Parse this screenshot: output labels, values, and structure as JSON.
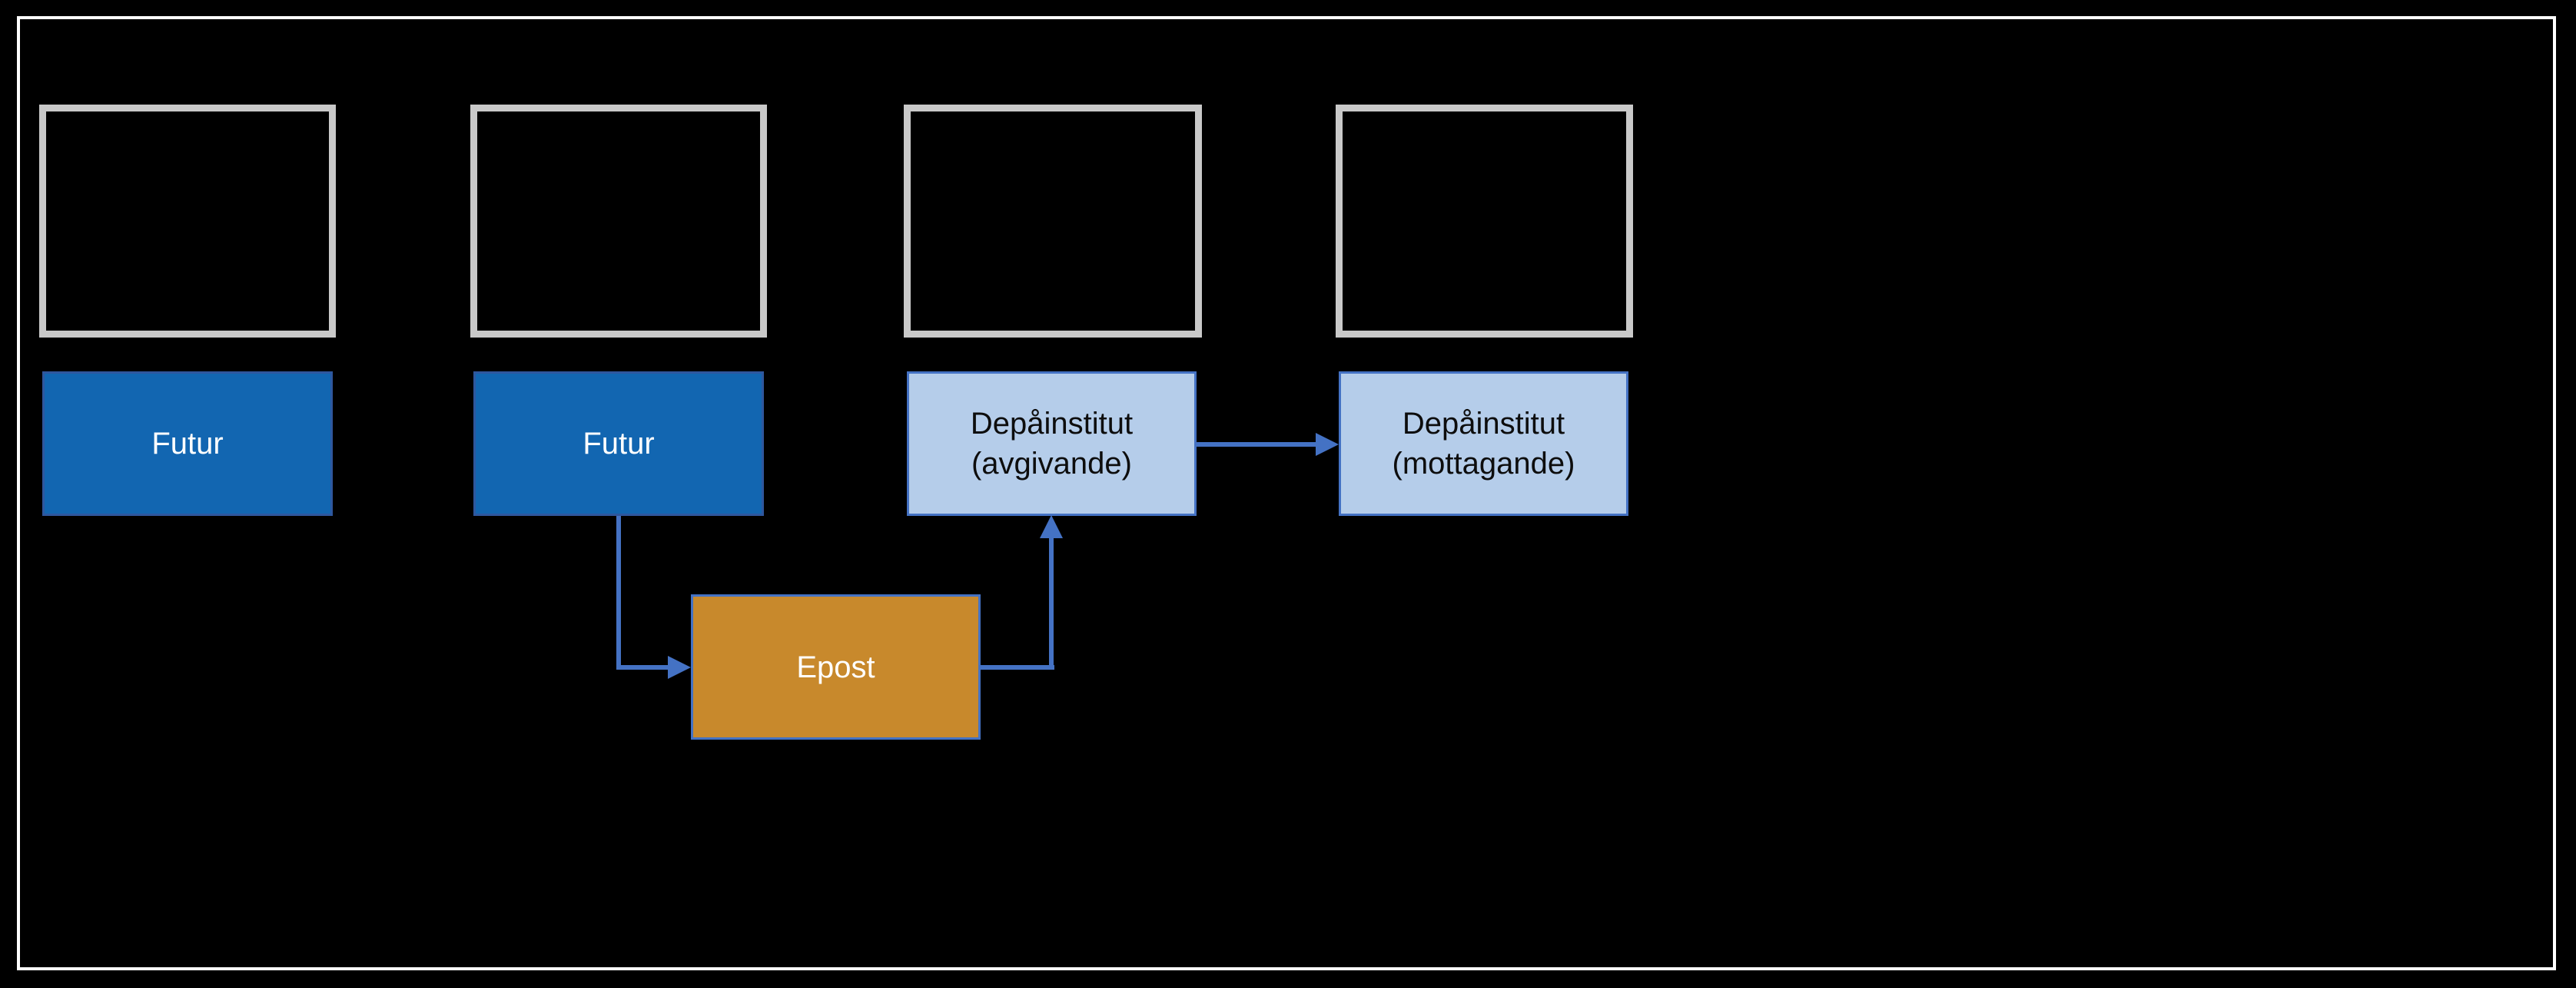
{
  "diagram": {
    "nodes": {
      "futur_left": {
        "label": "Futur"
      },
      "futur_mid": {
        "label": "Futur"
      },
      "depa_avgivande": {
        "line1": "Depåinstitut",
        "line2": "(avgivande)"
      },
      "depa_mottagande": {
        "line1": "Depåinstitut",
        "line2": "(mottagande)"
      },
      "epost": {
        "label": "Epost"
      }
    },
    "connectors": [
      {
        "from": "futur_mid",
        "to": "epost",
        "shape": "elbow-down-right"
      },
      {
        "from": "epost",
        "to": "depa_avgivande",
        "shape": "elbow-right-up"
      },
      {
        "from": "depa_avgivande",
        "to": "depa_mottagande",
        "shape": "straight-right"
      }
    ],
    "colors": {
      "background": "#000000",
      "frame_white": "#FFFFFF",
      "placeholder_border": "#C9C9C9",
      "futur_fill": "#1266B1",
      "futur_border": "#2E579E",
      "depa_fill": "#B5CDEA",
      "epost_fill": "#C8892C",
      "node_border_blue": "#4472C4",
      "connector": "#4472C4",
      "text_light": "#FFFFFF",
      "text_dark": "#0D0D0D"
    }
  }
}
